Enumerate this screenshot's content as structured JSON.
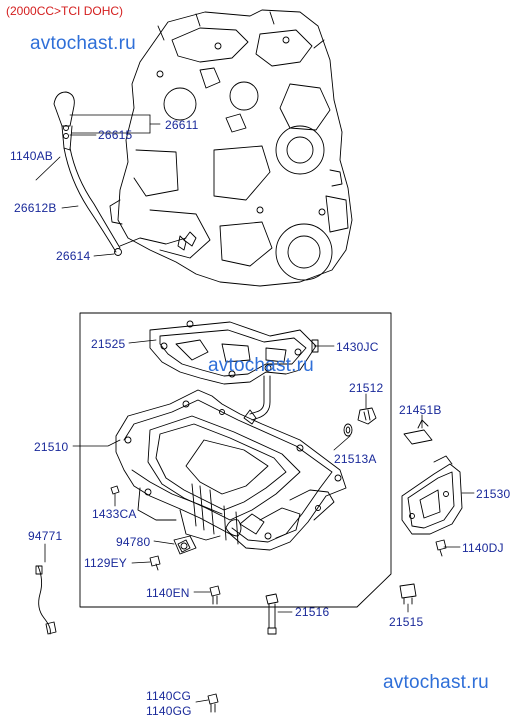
{
  "subtitle": "(2000CC>TCI DOHC)",
  "watermark": "avtochast.ru",
  "labels": {
    "p26611": "26611",
    "p26615": "26615",
    "p1140AB": "1140AB",
    "p26612B": "26612B",
    "p26614": "26614",
    "p21525": "21525",
    "p1430JC": "1430JC",
    "p21512": "21512",
    "p21451B": "21451B",
    "p21510": "21510",
    "p21513A": "21513A",
    "p21530": "21530",
    "p1433CA": "1433CA",
    "p94771": "94771",
    "p94780": "94780",
    "p1129EY": "1129EY",
    "p1140DJ": "1140DJ",
    "p1140EN": "1140EN",
    "p21516": "21516",
    "p21515": "21515",
    "p1140CG": "1140CG",
    "p1140GG": "1140GG"
  },
  "colors": {
    "label": "#1a2a9a",
    "subtitle": "#d41e1e",
    "watermark": "#2f6fd8",
    "line": "#000000"
  }
}
